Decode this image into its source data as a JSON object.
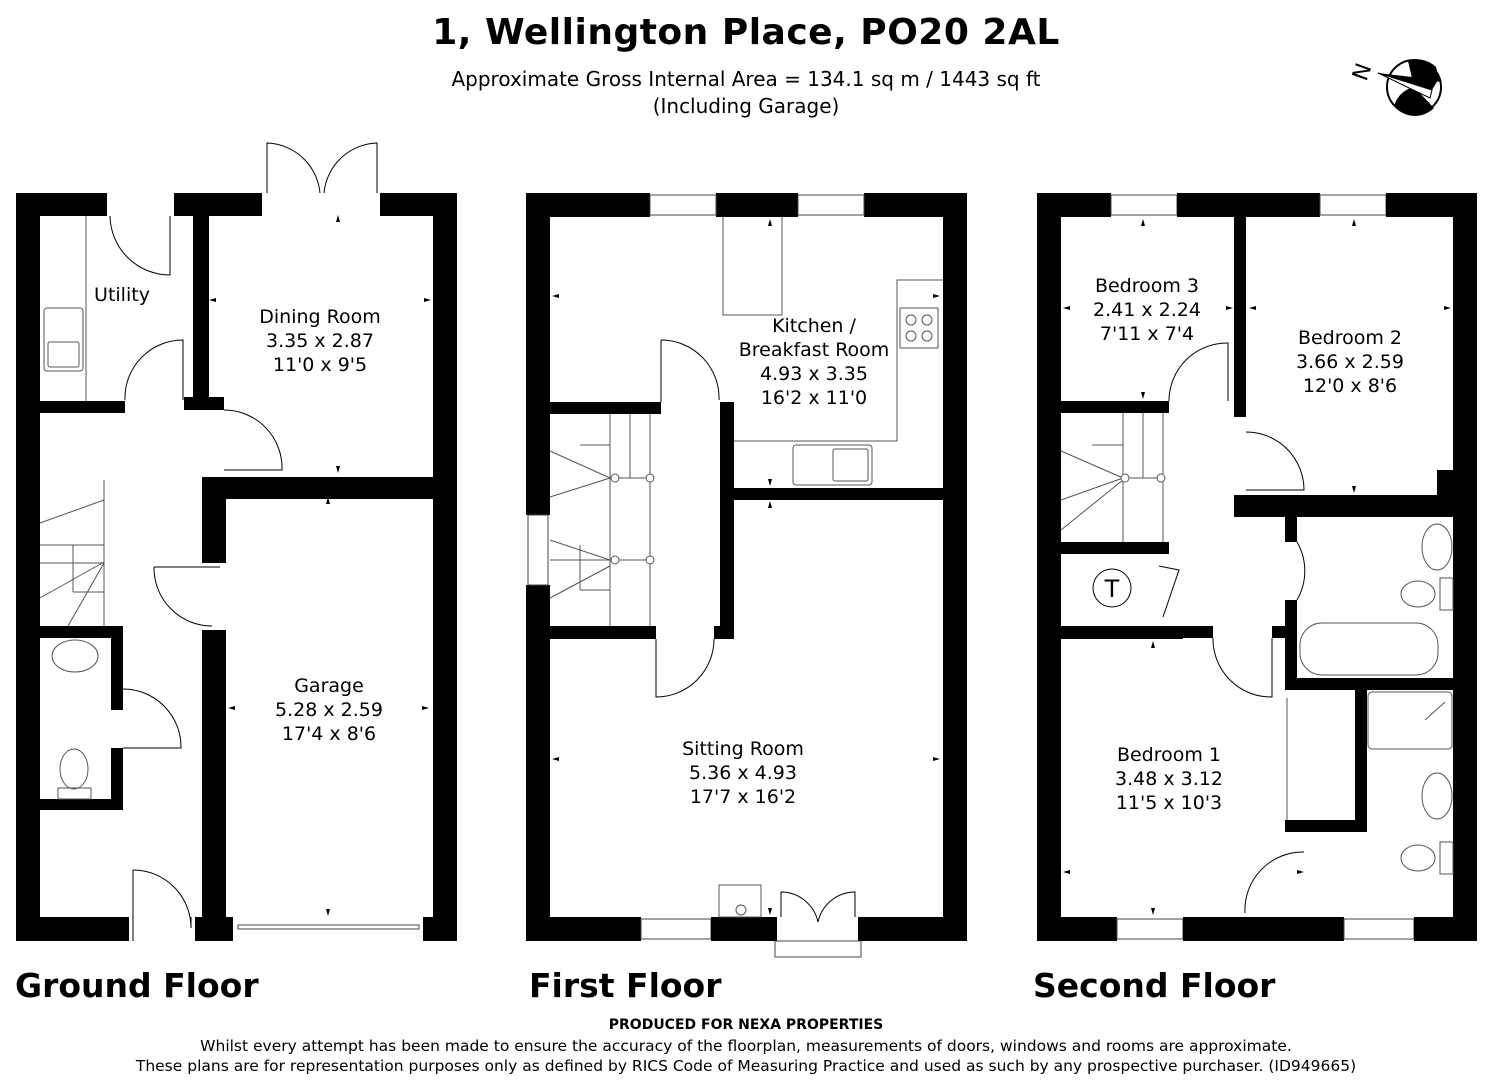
{
  "header": {
    "title": "1, Wellington Place, PO20 2AL",
    "area_line": "Approximate Gross Internal Area = 134.1 sq m / 1443 sq ft",
    "area_note": "(Including Garage)",
    "compass_label": "N",
    "compass_icon": "north-arrow-icon"
  },
  "floors": {
    "ground": {
      "label": "Ground Floor",
      "rooms": {
        "utility": {
          "name": "Utility"
        },
        "dining": {
          "name": "Dining Room",
          "metric": "3.35 x 2.87",
          "imperial": "11'0 x 9'5"
        },
        "garage": {
          "name": "Garage",
          "metric": "5.28 x 2.59",
          "imperial": "17'4 x 8'6"
        }
      }
    },
    "first": {
      "label": "First Floor",
      "rooms": {
        "kitchen": {
          "name_line1": "Kitchen /",
          "name_line2": "Breakfast Room",
          "metric": "4.93 x 3.35",
          "imperial": "16'2 x 11'0"
        },
        "sitting": {
          "name": "Sitting Room",
          "metric": "5.36 x 4.93",
          "imperial": "17'7 x 16'2"
        }
      }
    },
    "second": {
      "label": "Second Floor",
      "rooms": {
        "bedroom3": {
          "name": "Bedroom 3",
          "metric": "2.41 x 2.24",
          "imperial": "7'11 x 7'4"
        },
        "bedroom2": {
          "name": "Bedroom 2",
          "metric": "3.66 x 2.59",
          "imperial": "12'0 x 8'6"
        },
        "bedroom1": {
          "name": "Bedroom 1",
          "metric": "3.48 x 3.12",
          "imperial": "11'5 x 10'3"
        },
        "cupboard": {
          "symbol": "T"
        }
      }
    }
  },
  "footer": {
    "producer": "PRODUCED FOR NEXA PROPERTIES",
    "disclaimer1": "Whilst every attempt has been made to ensure the accuracy of the floorplan, measurements of doors, windows and rooms are approximate.",
    "disclaimer2": "These plans are for representation purposes only as defined by RICS Code of Measuring Practice and used as such by any prospective purchaser. (ID949665)"
  }
}
